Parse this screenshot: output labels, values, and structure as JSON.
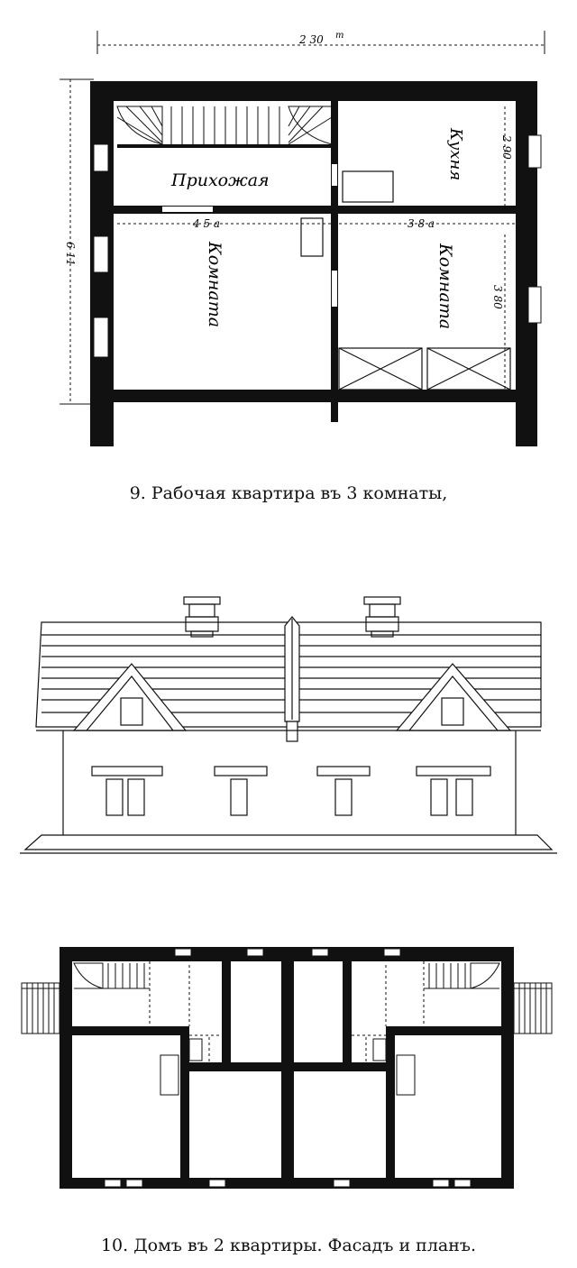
{
  "figure9": {
    "caption": "9. Рабочая квартира въ 3 комнаты,",
    "dims": {
      "overall_width": "2 30",
      "unit": "m",
      "overall_depth": "6 11",
      "left_room_width": "4 5 a",
      "right_room_width": "3 8 a",
      "kitchen_depth": "2 90",
      "right_room_depth": "3 80"
    },
    "rooms": {
      "hall": "Прихожая",
      "kitchen": "Кухня",
      "room_left": "Комната",
      "room_right": "Комната"
    }
  },
  "figure10": {
    "caption": "10. Домъ въ 2 квартиры. Фасадъ и планъ."
  }
}
